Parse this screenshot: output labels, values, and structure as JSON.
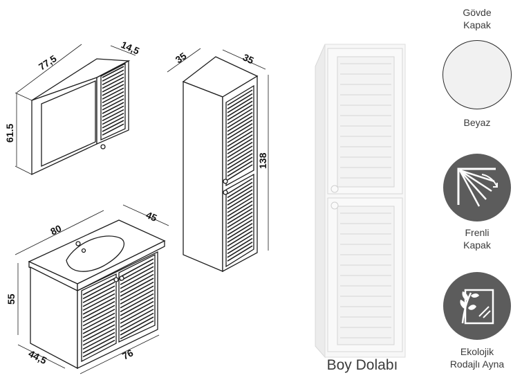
{
  "dimensions": {
    "mirror_cabinet_width": "77,5",
    "mirror_cabinet_depth": "14,5",
    "mirror_cabinet_height": "61.5",
    "tall_cabinet_width": "35",
    "tall_cabinet_depth": "35",
    "tall_cabinet_height": "138",
    "vanity_top_width": "80",
    "vanity_top_depth": "45",
    "vanity_height": "55",
    "vanity_body_depth": "44,5",
    "vanity_body_width": "76"
  },
  "product": {
    "caption": "Boy Dolabı"
  },
  "legend": {
    "header_line1": "Gövde",
    "header_line2": "Kapak",
    "color_name": "Beyaz",
    "swatch_color": "#f1f1f1",
    "feature1_line1": "Frenli",
    "feature1_line2": "Kapak",
    "feature1_icon": "soft-close-door-icon",
    "feature2_line1": "Ekolojik",
    "feature2_line2": "Rodajlı Ayna",
    "feature2_icon": "ecological-mirror-icon",
    "icon_bg_color": "#5c5c5c"
  }
}
